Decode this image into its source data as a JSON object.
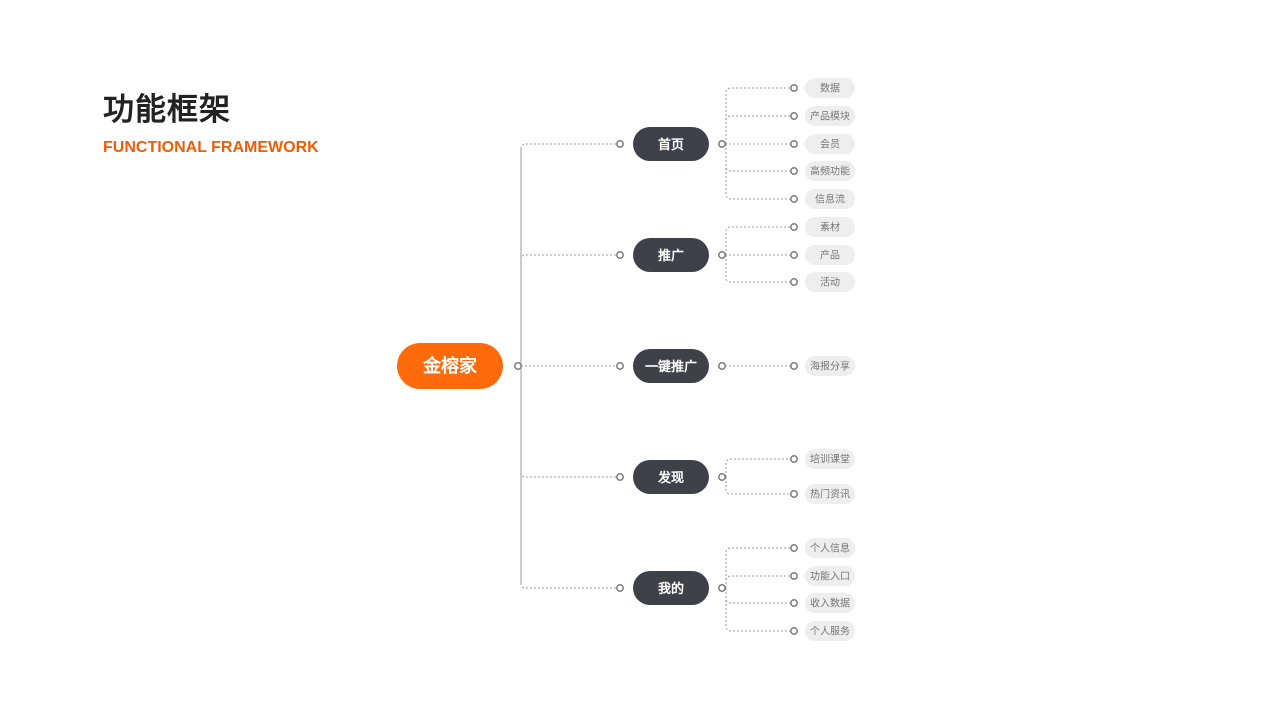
{
  "header": {
    "title": "功能框架",
    "subtitle": "FUNCTIONAL FRAMEWORK"
  },
  "colors": {
    "accent": "#f25c05",
    "root_fill": "#ff6a0b",
    "branch_fill": "#3e4248",
    "leaf_fill": "#eeeeee",
    "connector": "#9a9a9a"
  },
  "mindmap": {
    "root": "金榕家",
    "branches": [
      {
        "label": "首页",
        "children": [
          "数据",
          "产品模块",
          "会员",
          "高频功能",
          "信息流"
        ]
      },
      {
        "label": "推广",
        "children": [
          "素材",
          "产品",
          "活动"
        ]
      },
      {
        "label": "一键推广",
        "children": [
          "海报分享"
        ]
      },
      {
        "label": "发现",
        "children": [
          "培训课堂",
          "热门资讯"
        ]
      },
      {
        "label": "我的",
        "children": [
          "个人信息",
          "功能入口",
          "收入数据",
          "个人服务"
        ]
      }
    ]
  }
}
